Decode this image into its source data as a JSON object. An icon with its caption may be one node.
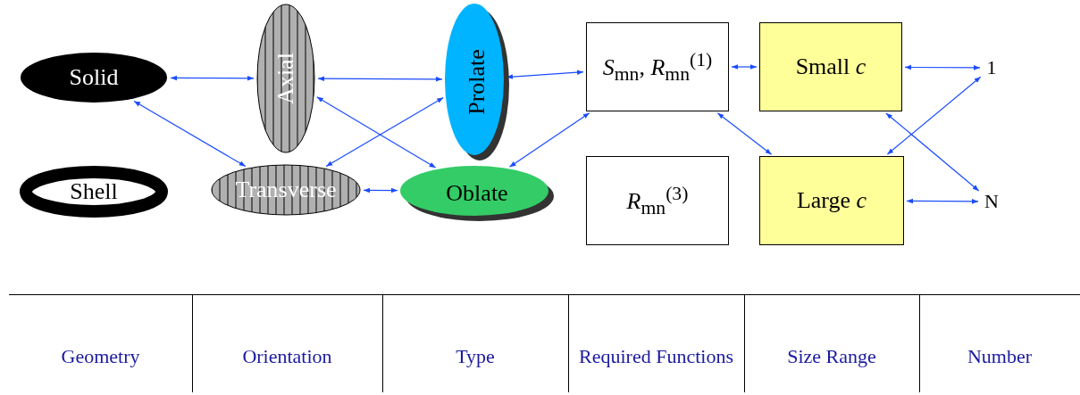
{
  "diagram": {
    "nodes": [
      {
        "text": [
          "Solid"
        ]
      },
      {
        "text": [
          "Shell"
        ]
      },
      {
        "text": [
          "Axial"
        ]
      },
      {
        "text": [
          "Transverse"
        ]
      },
      {
        "text": [
          "Prolate"
        ]
      },
      {
        "text": [
          "Oblate"
        ]
      },
      {
        "text": [
          "*S*$_{mn}$, *R*$_{mn}$$^{(1)}$"
        ]
      },
      {
        "text": [
          "*R*$_{mn}$$^{(3)}$"
        ]
      },
      {
        "text": [
          "Small *c*"
        ]
      },
      {
        "text": [
          "Large *c*"
        ]
      },
      {
        "text": [
          "1"
        ]
      },
      {
        "text": [
          "N"
        ]
      }
    ],
    "edges": [
      {
        "from": 0,
        "to": 2,
        "arrow": "both"
      },
      {
        "from": 0,
        "to": 3,
        "arrow": "both"
      },
      {
        "from": 2,
        "to": 4,
        "arrow": "both"
      },
      {
        "from": 2,
        "to": 5,
        "arrow": "both"
      },
      {
        "from": 3,
        "to": 4,
        "arrow": "both"
      },
      {
        "from": 3,
        "to": 5,
        "arrow": "both"
      },
      {
        "from": 4,
        "to": 6,
        "arrow": "both"
      },
      {
        "from": 5,
        "to": 6,
        "arrow": "both"
      },
      {
        "from": 6,
        "to": 8,
        "arrow": "both"
      },
      {
        "from": 6,
        "to": 9,
        "arrow": "both"
      },
      {
        "from": 8,
        "to": 10,
        "arrow": "both"
      },
      {
        "from": 8,
        "to": 11,
        "arrow": "both"
      },
      {
        "from": 9,
        "to": 10,
        "arrow": "both"
      },
      {
        "from": 9,
        "to": 11,
        "arrow": "both"
      }
    ],
    "labels": [
      "Geometry",
      "Orientation",
      "Type",
      "Required Functions",
      "Size Range",
      "Number"
    ]
  }
}
